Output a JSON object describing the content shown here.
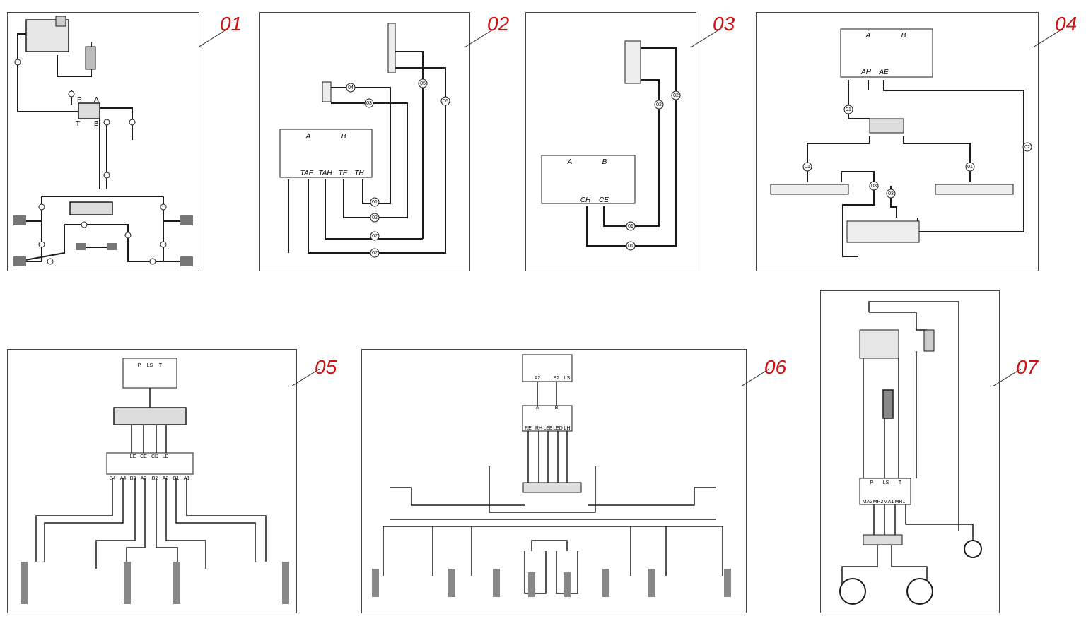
{
  "panels": {
    "p01": {
      "number": "01",
      "ports": [
        "P",
        "A",
        "T",
        "B"
      ]
    },
    "p02": {
      "number": "02",
      "ports": [
        "A",
        "B",
        "TAE",
        "TAH",
        "TE",
        "TH"
      ],
      "hose_labels": [
        "04",
        "03",
        "05",
        "06",
        "01",
        "02",
        "07",
        "07"
      ]
    },
    "p03": {
      "number": "03",
      "ports": [
        "A",
        "B",
        "CH",
        "CE"
      ],
      "hose_labels": [
        "02",
        "02",
        "01",
        "01"
      ]
    },
    "p04": {
      "number": "04",
      "ports": [
        "A",
        "B",
        "AH",
        "AE"
      ],
      "hose_labels": [
        "01",
        "02",
        "01",
        "01",
        "03",
        "03"
      ]
    },
    "p05": {
      "number": "05",
      "top_ports": [
        "P",
        "LS",
        "T"
      ],
      "mid_ports": [
        "LE",
        "CE",
        "CD",
        "LD"
      ],
      "bottom_ports": [
        "B4",
        "A4",
        "B3",
        "A3",
        "B2",
        "A2",
        "B1",
        "A1"
      ]
    },
    "p06": {
      "number": "06",
      "top_ports": [
        "A2",
        "B2",
        "LS"
      ],
      "mid_ports": [
        "A",
        "B"
      ],
      "bottom_ports": [
        "RE",
        "RH",
        "LEE",
        "LED",
        "LH"
      ]
    },
    "p07": {
      "number": "07",
      "top_ports": [
        "P",
        "LS",
        "T"
      ],
      "bottom_ports": [
        "MA2",
        "MR2",
        "MA1",
        "MR1"
      ]
    }
  },
  "colors": {
    "label": "#d01010",
    "line": "#1a1a1a"
  }
}
